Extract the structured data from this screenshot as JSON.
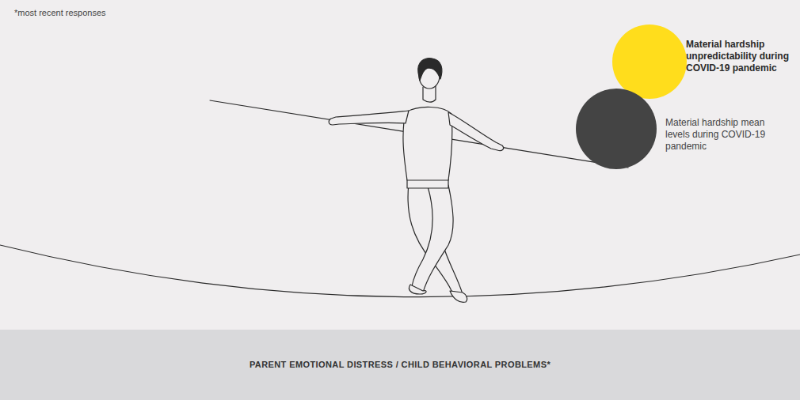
{
  "diagram": {
    "nodes": [
      {
        "text": [
          "Material hardship unpredictability during COVID-19 pandemic"
        ]
      },
      {
        "text": [
          "Material hardship mean levels during COVID-19 pandemic"
        ]
      },
      {
        "text": [
          "PARENT EMOTIONAL DISTRESS / CHILD BEHAVIORAL PROBLEMS*"
        ]
      }
    ],
    "labels": [
      "*most recent responses"
    ]
  }
}
